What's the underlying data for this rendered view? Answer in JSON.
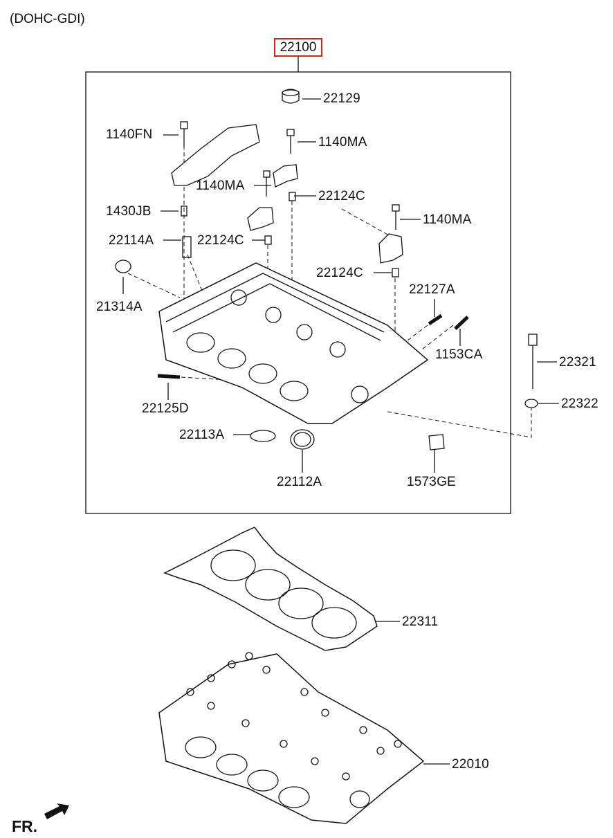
{
  "header": {
    "engine_type": "(DOHC-GDI)"
  },
  "assembly": {
    "number": "22100"
  },
  "labels": {
    "p22129": "22129",
    "p1140FN": "1140FN",
    "p1140MA_a": "1140MA",
    "p1140MA_b": "1140MA",
    "p22124C_a": "22124C",
    "p1430JB": "1430JB",
    "p1140MA_c": "1140MA",
    "p22114A": "22114A",
    "p22124C_b": "22124C",
    "p22124C_c": "22124C",
    "p21314A": "21314A",
    "p22127A": "22127A",
    "p1153CA": "1153CA",
    "p22321": "22321",
    "p22125D": "22125D",
    "p22322": "22322",
    "p22113A": "22113A",
    "p22112A": "22112A",
    "p1573GE": "1573GE",
    "p22311": "22311",
    "p22010": "22010"
  },
  "footer": {
    "front_label": "FR."
  }
}
